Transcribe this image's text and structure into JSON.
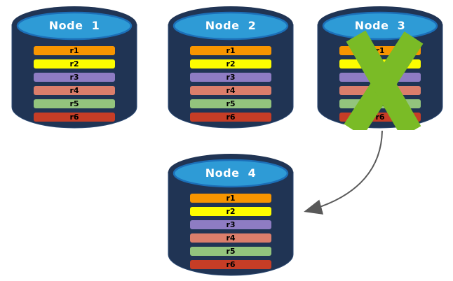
{
  "nodes": [
    {
      "title": "Node  1",
      "crossed_out": false
    },
    {
      "title": "Node  2",
      "crossed_out": false
    },
    {
      "title": "Node  3",
      "crossed_out": true
    },
    {
      "title": "Node  4",
      "crossed_out": false
    }
  ],
  "replicas": [
    {
      "label": "r1",
      "color": "#F79500"
    },
    {
      "label": "r2",
      "color": "#FDFD00"
    },
    {
      "label": "r3",
      "color": "#8E7CC3"
    },
    {
      "label": "r4",
      "color": "#DB7E6B"
    },
    {
      "label": "r5",
      "color": "#93C47D"
    },
    {
      "label": "r6",
      "color": "#C63D26"
    }
  ],
  "colors": {
    "cylinder_body": "#203454",
    "cylinder_edge": "#2B4973",
    "cylinder_top": "#2E9BD6",
    "cylinder_top_border": "#1C6FB8",
    "failure_cross": "#7ABB26",
    "arrow": "#595959",
    "replica_text": "#000000",
    "title_text": "#FFFFFF"
  }
}
